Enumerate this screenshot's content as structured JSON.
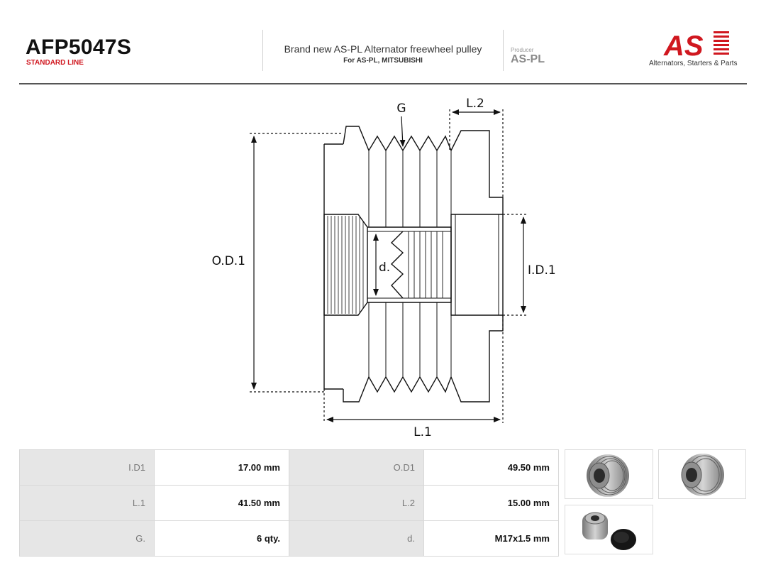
{
  "header": {
    "part_number": "AFP5047S",
    "line_label": "STANDARD LINE",
    "title": "Brand new AS-PL Alternator freewheel pulley",
    "subtitle": "For AS-PL, MITSUBISHI",
    "producer_label": "Producer",
    "producer_name": "AS-PL",
    "logo_text": "AS",
    "logo_tagline": "Alternators, Starters & Parts",
    "brand_color": "#d0171f"
  },
  "drawing": {
    "labels": {
      "g": "G",
      "l2": "L.2",
      "od1": "O.D.1",
      "id1": "I.D.1",
      "d": "d.",
      "l1": "L.1"
    }
  },
  "specs": {
    "rows": [
      [
        {
          "label": "I.D1",
          "value": "17.00 mm"
        },
        {
          "label": "O.D1",
          "value": "49.50 mm"
        }
      ],
      [
        {
          "label": "L.1",
          "value": "41.50 mm"
        },
        {
          "label": "L.2",
          "value": "15.00 mm"
        }
      ],
      [
        {
          "label": "G.",
          "value": "6 qty."
        },
        {
          "label": "d.",
          "value": "M17x1.5 mm"
        }
      ]
    ]
  },
  "photos": [
    {
      "icon": "pulley-front-photo-icon"
    },
    {
      "icon": "pulley-angle-photo-icon"
    },
    {
      "icon": "pulley-with-cap-photo-icon"
    }
  ]
}
